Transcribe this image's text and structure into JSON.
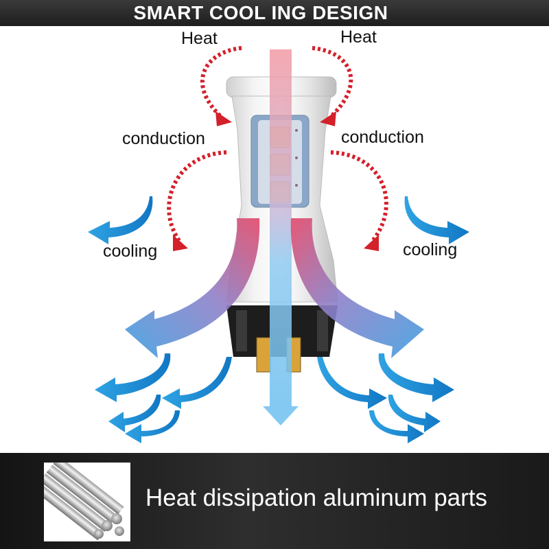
{
  "header": {
    "title": "SMART COOL ING DESIGN"
  },
  "labels": {
    "heat_left": "Heat",
    "heat_right": "Heat",
    "conduction_left": "conduction",
    "conduction_right": "conduction",
    "cooling_left": "cooling",
    "cooling_right": "cooling"
  },
  "footer": {
    "caption": "Heat dissipation aluminum parts"
  },
  "colors": {
    "heat_arrow": "#d4202a",
    "cool_arrow": "#1f9ad8",
    "header_bg": "#2a2a2a",
    "footer_bg": "#222222"
  },
  "icons": {
    "product": "led-bulb-illustration",
    "aluminum": "aluminum-rods-photo"
  }
}
